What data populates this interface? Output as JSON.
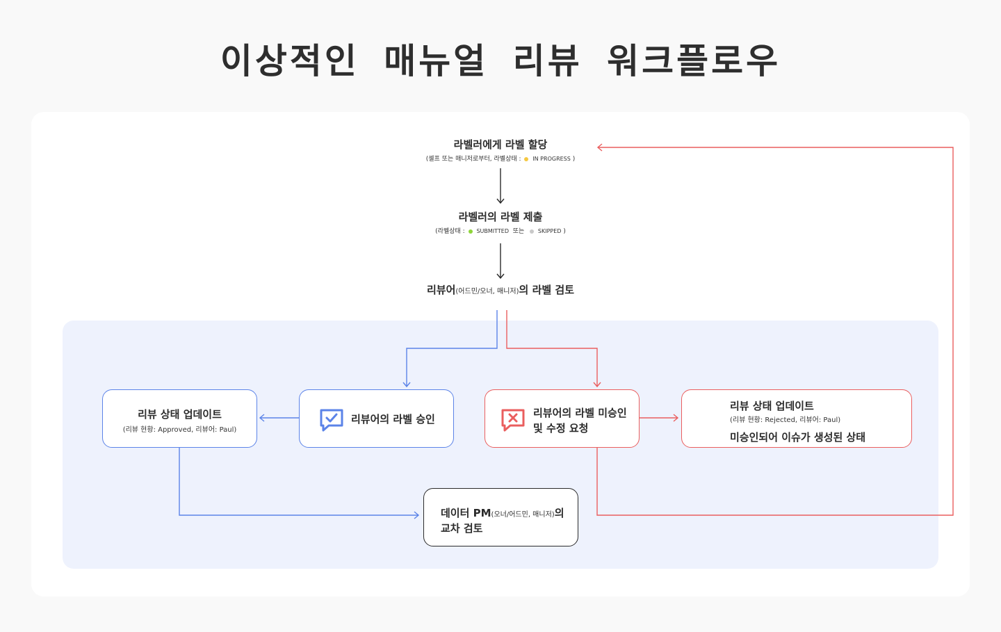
{
  "page": {
    "title": "이상적인 매뉴얼 리뷰 워크플로우"
  },
  "colors": {
    "approve": "#5b83e8",
    "reject": "#ea5e5e",
    "neutral": "#2a2a2a",
    "region_bg": "#eef2fd"
  },
  "steps": {
    "assign": {
      "title": "라벨러에게 라벨 할당",
      "sub_prefix": "(셀프 또는 매니저로부터, 라벨상태 :",
      "status": "IN PROGRESS",
      "status_color": "#f5c842",
      "sub_suffix": ")"
    },
    "submit": {
      "title": "라벨러의 라벨 제출",
      "sub_prefix": "(라벨상태 :",
      "status1": "SUBMITTED",
      "status1_color": "#8ed43a",
      "or": "또는",
      "status2": "SKIPPED",
      "status2_color": "#c9c9c9",
      "sub_suffix": ")"
    },
    "review": {
      "title_prefix": "리뷰어",
      "title_small": "(어드민/오너, 매니저)",
      "title_suffix": "의 라벨 검토"
    }
  },
  "boxes": {
    "approve": {
      "label": "리뷰어의 라벨 승인",
      "icon": "approve-chat-check-icon"
    },
    "approved_update": {
      "title": "리뷰 상태 업데이트",
      "sub": "(리뷰 현황: Approved, 리뷰어: Paul)"
    },
    "reject": {
      "line1": "리뷰어의 라벨 미승인",
      "line2": "및 수정 요청",
      "icon": "reject-chat-x-icon"
    },
    "rejected_update": {
      "title": "리뷰 상태 업데이트",
      "sub": "(리뷰 현황: Rejected, 리뷰어: Paul)",
      "note": "미승인되어 이슈가 생성된 상태"
    },
    "cross_check": {
      "prefix": "데이터 PM",
      "small": "(오너/어드민, 매니저)",
      "suffix": "의",
      "line2": "교차 검토"
    }
  }
}
